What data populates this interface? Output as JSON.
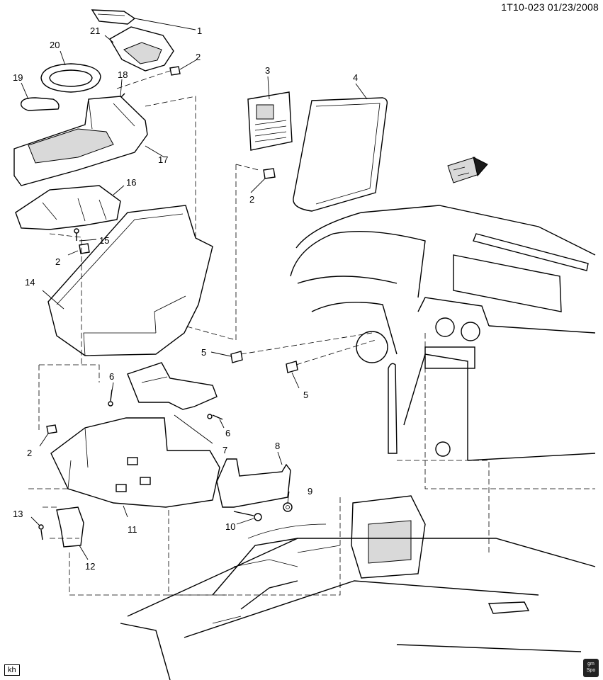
{
  "header": {
    "code": "1T10-023  01/23/2008"
  },
  "footer": {
    "label": "kh"
  },
  "logo": {
    "line1": "gm",
    "line2": "Spo"
  },
  "callouts": [
    "1",
    "2",
    "3",
    "4",
    "5",
    "6",
    "7",
    "8",
    "9",
    "10",
    "11",
    "12",
    "13",
    "14",
    "15",
    "16",
    "17",
    "18",
    "19",
    "20",
    "21"
  ],
  "colors": {
    "line": "#000000",
    "background": "#ffffff",
    "shade": "#d9d9d9"
  }
}
